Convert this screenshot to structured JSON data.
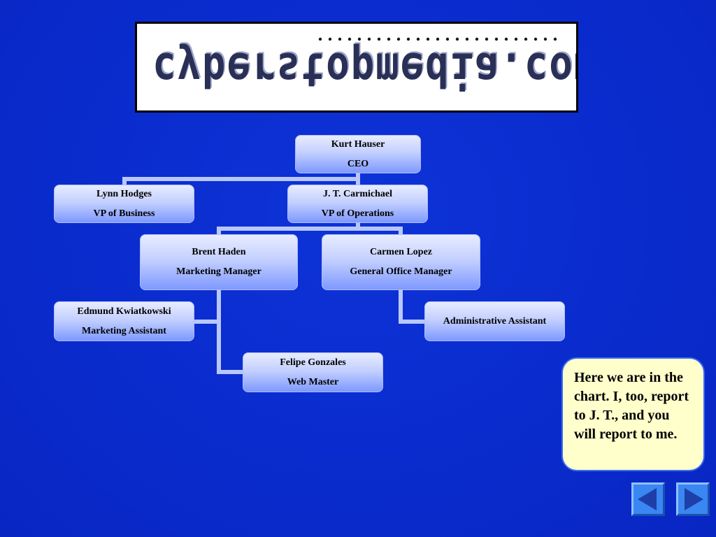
{
  "logo": {
    "text": "cyberstopmedia.com"
  },
  "org_chart": {
    "nodes": {
      "ceo": {
        "name": "Kurt Hauser",
        "title": "CEO"
      },
      "vp_business": {
        "name": "Lynn Hodges",
        "title": "VP of Business"
      },
      "vp_operations": {
        "name": "J. T. Carmichael",
        "title": "VP of Operations"
      },
      "marketing_manager": {
        "name": "Brent Haden",
        "title": "Marketing Manager"
      },
      "office_manager": {
        "name": "Carmen Lopez",
        "title": "General Office Manager"
      },
      "marketing_assistant": {
        "name": "Edmund Kwiatkowski",
        "title": "Marketing Assistant"
      },
      "admin_assistant": {
        "title": "Administrative Assistant"
      },
      "web_master": {
        "name": "Felipe Gonzales",
        "title": "Web Master"
      }
    }
  },
  "callout": {
    "text": "Here we are in the chart. I, too, report to J. T., and you will report to me."
  },
  "colors": {
    "background": "#0a2bd0",
    "connector": "#b8c8ff",
    "callout_bg": "#ffffcc",
    "nav_button": "#3a86f2"
  },
  "nav": {
    "prev_icon": "left-triangle-icon",
    "next_icon": "right-triangle-icon"
  }
}
